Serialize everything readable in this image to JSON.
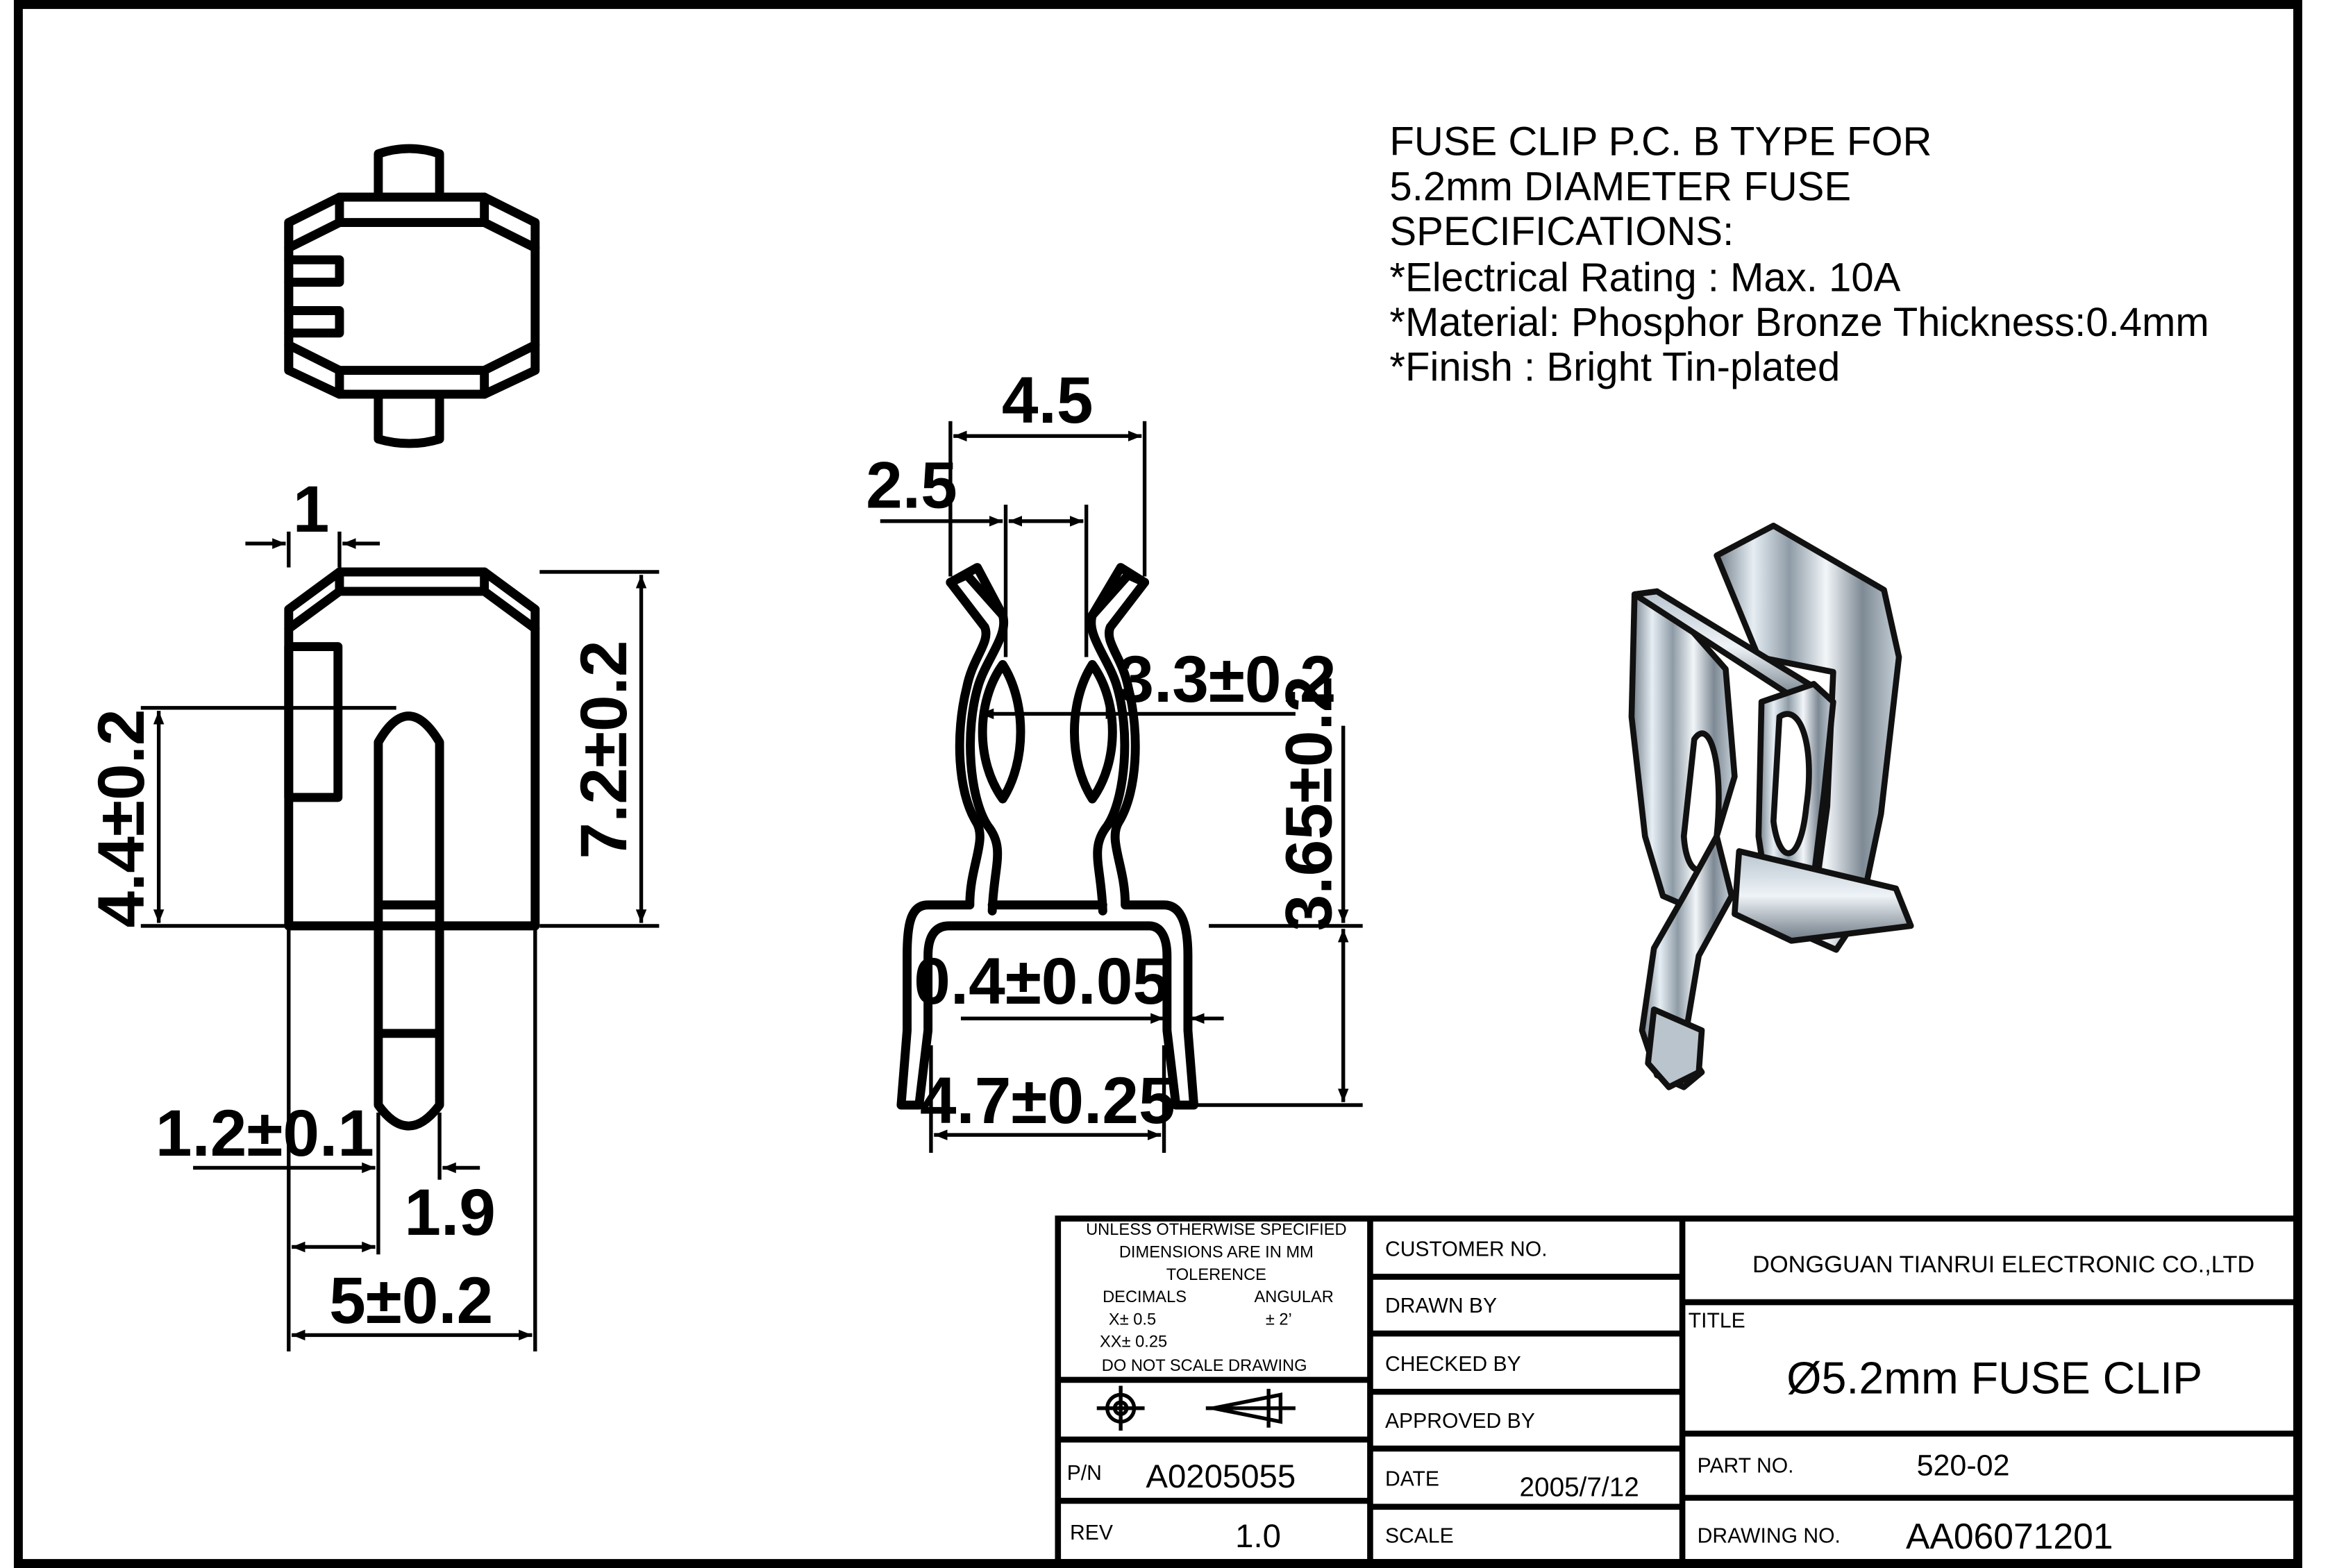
{
  "specs": {
    "line1": "FUSE CLIP P.C. B TYPE FOR",
    "line2": "5.2mm DIAMETER FUSE",
    "line3": "SPECIFICATIONS:",
    "line4": "*Electrical Rating :  Max. 10A",
    "line5": "*Material: Phosphor Bronze  Thickness:0.4mm",
    "line6": "*Finish : Bright Tin-plated"
  },
  "dimensions": {
    "side_top_width": "1",
    "side_height_total": "7.2±0.2",
    "side_slot_height": "4.4±0.2",
    "pin_offset": "1.2±0.1",
    "pin_width": "1.9",
    "side_width": "5±0.2",
    "front_width_top": "4.5",
    "front_width_inner": "2.5",
    "front_opening": "3.3±0.2",
    "front_leg_height": "3.65±0.2",
    "front_thickness": "0.4±0.05",
    "front_base_width": "4.7±0.25"
  },
  "title_block": {
    "tolerance_notes": {
      "line1": "UNLESS OTHERWISE SPECIFIED",
      "line2": "DIMENSIONS ARE IN MM",
      "line3": "TOLERENCE",
      "decimals_label": "DECIMALS",
      "angular_label": "ANGULAR",
      "x_tol": "X±  0.5",
      "angular_tol": "±  2’",
      "xx_tol": "XX± 0.25",
      "no_scale": "DO NOT SCALE DRAWING"
    },
    "pn_label": "P/N",
    "pn_value": "A0205055",
    "rev_label": "REV",
    "rev_value": "1.0",
    "customer_label": "CUSTOMER NO.",
    "drawn_label": "DRAWN BY",
    "checked_label": "CHECKED BY",
    "approved_label": "APPROVED BY",
    "date_label": "DATE",
    "date_value": "2005/7/12",
    "scale_label": "SCALE",
    "company": "DONGGUAN TIANRUI ELECTRONIC CO.,LTD",
    "title_label": "TITLE",
    "title_value": "Ø5.2mm FUSE CLIP",
    "part_label": "PART NO.",
    "part_value": "520-02",
    "drawing_label": "DRAWING NO.",
    "drawing_value": "AA06071201"
  }
}
